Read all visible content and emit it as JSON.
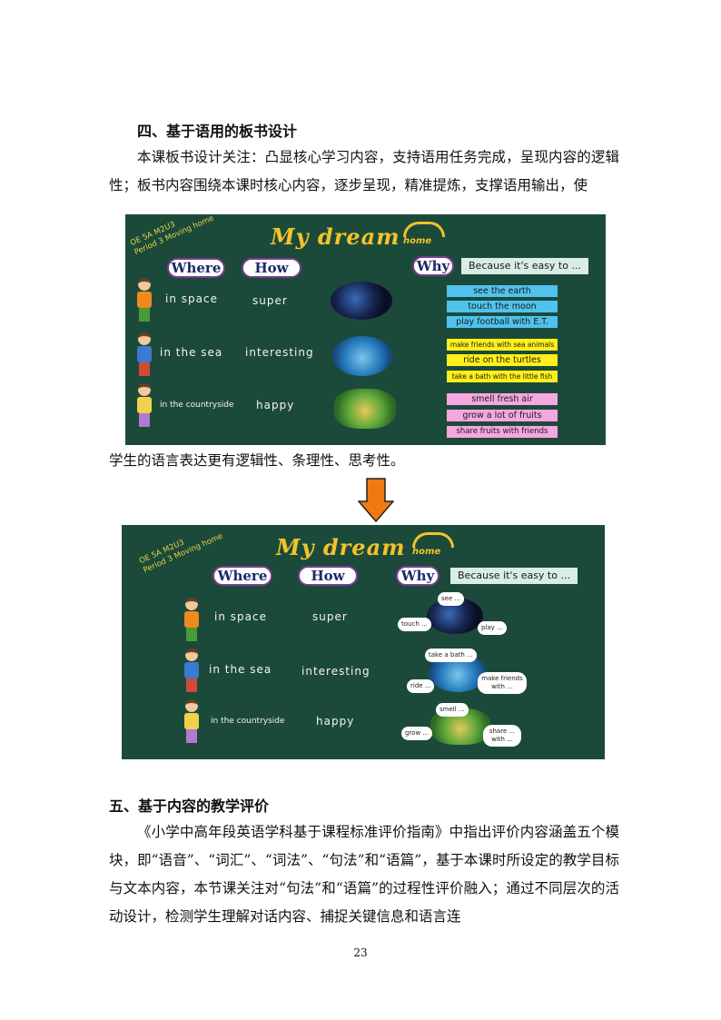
{
  "section4": {
    "heading": "四、基于语用的板书设计",
    "para1": "本课板书设计关注：凸显核心学习内容，支持语用任务完成，呈现内容的逻辑性；板书内容围绕本课时核心内容，逐步呈现，精准提炼，支撑语用输出，使",
    "para2": "学生的语言表达更有逻辑性、条理性、思考性。"
  },
  "board": {
    "tag_line1": "OE 5A M2U3",
    "tag_line2": "Period 3 Moving home",
    "title": "My dream",
    "title_home": "home",
    "where": "Where",
    "how": "How",
    "why": "Why",
    "because": "Because it's easy to ...",
    "rows": [
      {
        "where": "in  space",
        "how": "super"
      },
      {
        "where": "in the sea",
        "how": "interesting"
      },
      {
        "where": "in the countryside",
        "how": "happy"
      }
    ],
    "reasons_space": [
      "see the earth",
      "touch the moon",
      "play football with E.T."
    ],
    "reasons_sea": [
      "make friends with sea animals",
      "ride on the turtles",
      "take a bath with the little fish"
    ],
    "reasons_country": [
      "smell fresh air",
      "grow a lot of fruits",
      "share fruits with friends"
    ],
    "clouds_space": [
      "see ...",
      "touch ...",
      "play ..."
    ],
    "clouds_sea": [
      "take a bath ...",
      "ride ...",
      "make friends with ..."
    ],
    "clouds_country": [
      "smell ...",
      "grow ...",
      "share ... with ..."
    ]
  },
  "section5": {
    "heading": "五、基于内容的教学评价",
    "para": "《小学中高年段英语学科基于课程标准评价指南》中指出评价内容涵盖五个模块，即“语音”、“词汇”、“词法”、“句法”和“语篇”，基于本课时所设定的教学目标与文本内容，本节课关注对“句法”和“语篇”的过程性评价融入；通过不同层次的活动设计，检测学生理解对话内容、捕捉关键信息和语言连"
  },
  "page_number": "23",
  "colors": {
    "board": "#1c4a3a",
    "arrow": "#f07a12",
    "title": "#f2c42a"
  }
}
